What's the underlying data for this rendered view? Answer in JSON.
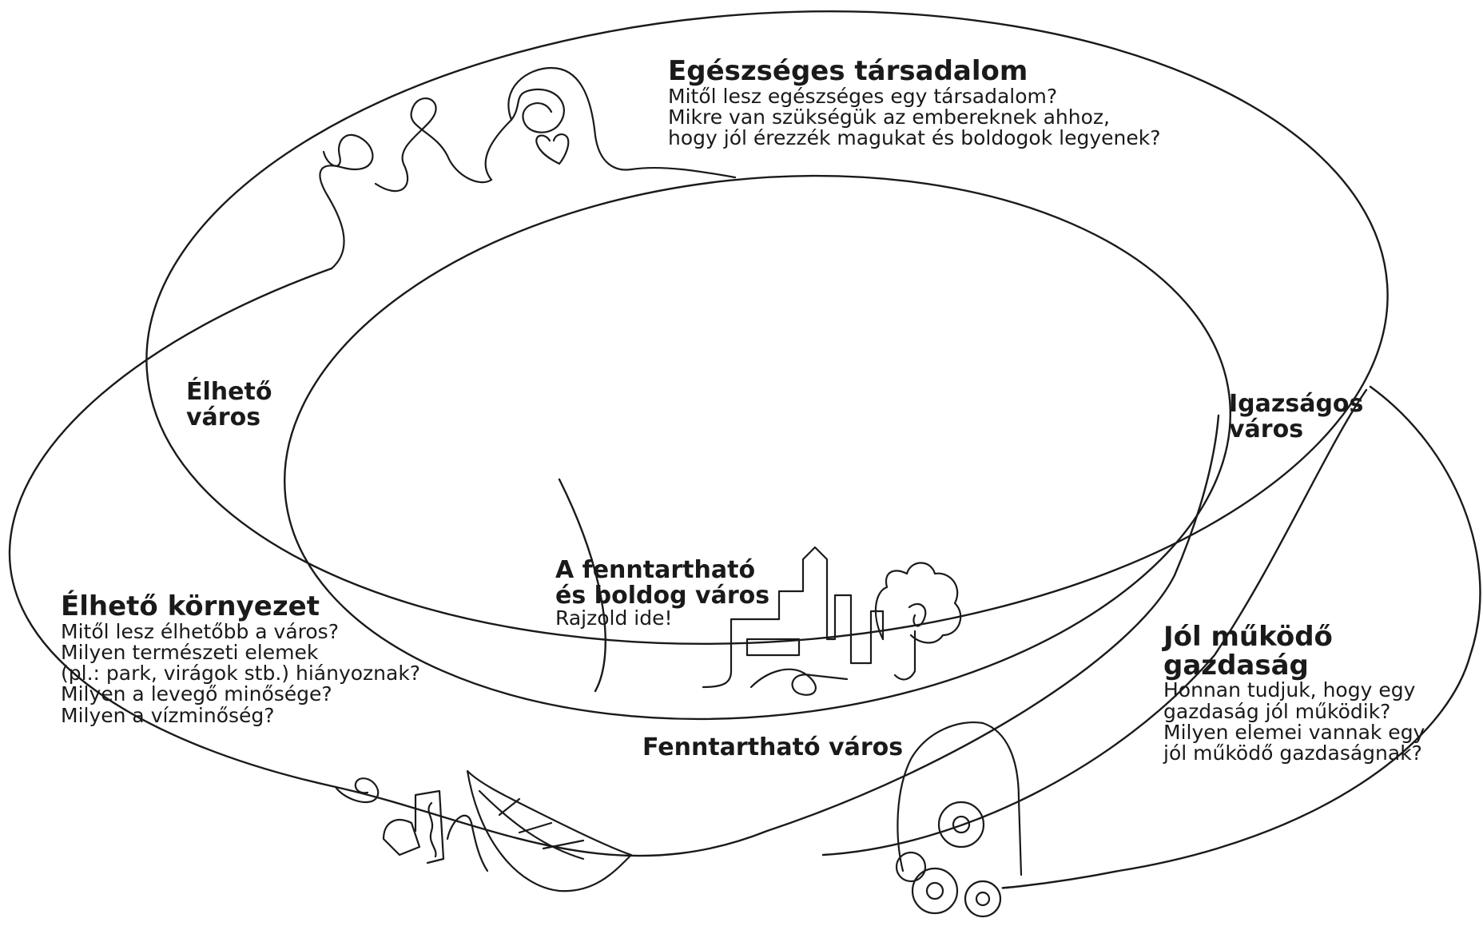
{
  "diagram": {
    "healthy_society": {
      "title": "Egészséges társadalom",
      "lines": [
        "Mitől lesz egészséges egy társadalom?",
        "Mikre van szükségük az embereknek ahhoz,",
        "hogy jól érezzék magukat és boldogok legyenek?"
      ]
    },
    "livable_city": {
      "line1": "Élhető",
      "line2": "város"
    },
    "fair_city": {
      "line1": "Igazságos",
      "line2": "város"
    },
    "center": {
      "title_line1": "A fenntartható",
      "title_line2": "és boldog város",
      "subtitle": "Rajzold ide!"
    },
    "livable_environment": {
      "title": "Élhető környezet",
      "lines": [
        "Mitől lesz élhetőbb a város?",
        "Milyen természeti elemek",
        "(pl.: park, virágok stb.) hiányoznak?",
        "Milyen a levegő minősége?",
        "Milyen a vízminőség?"
      ]
    },
    "sustainable_city": {
      "label": "Fenntartható város"
    },
    "economy": {
      "title": "Jól működő gazdaság",
      "lines": [
        "Honnan tudjuk, hogy egy",
        "gazdaság jól működik?",
        "Milyen elemei vannak egy",
        "jól működő gazdaságnak?"
      ]
    },
    "icons": [
      "people-heart-icon",
      "city-skyline-icon",
      "tree-icon",
      "leaf-icon",
      "plants-icon",
      "gears-icon"
    ],
    "colors": {
      "line": "#1a1a1a",
      "background": "#ffffff"
    }
  }
}
